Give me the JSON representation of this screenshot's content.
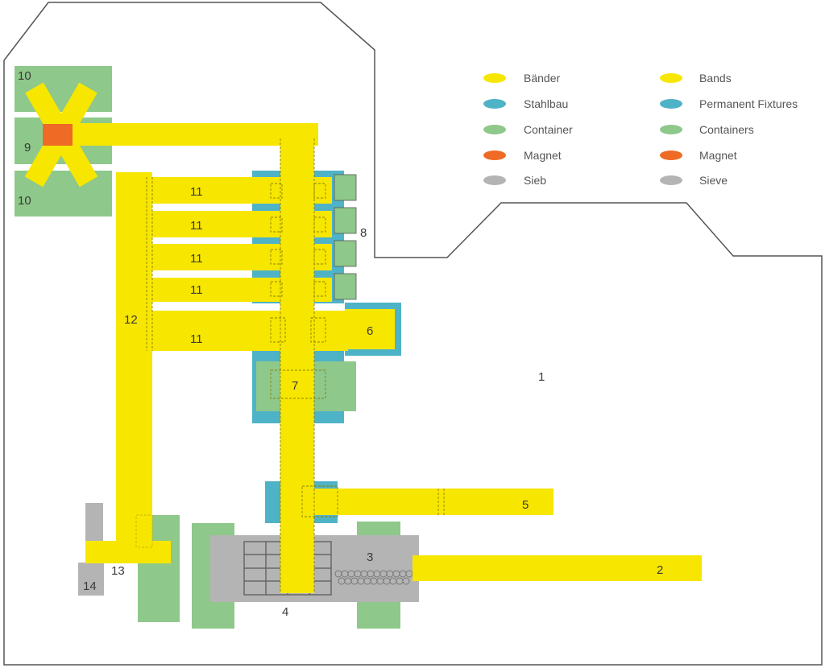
{
  "colors": {
    "band": "#f7e600",
    "band_edge": "#d9c800",
    "steel": "#4fb3c7",
    "container": "#8ec88a",
    "magnet": "#ef6a24",
    "sieve": "#b4b4b4",
    "outline": "#555555"
  },
  "legend": {
    "de": [
      "Bänder",
      "Stahlbau",
      "Container",
      "Magnet",
      "Sieb"
    ],
    "en": [
      "Bands",
      "Permanent Fixtures",
      "Containers",
      "Magnet",
      "Sieve"
    ]
  },
  "labels": {
    "l1": "1",
    "l2": "2",
    "l3": "3",
    "l4": "4",
    "l5": "5",
    "l6": "6",
    "l7": "7",
    "l8": "8",
    "l9": "9",
    "l10a": "10",
    "l10b": "10",
    "l11a": "11",
    "l11b": "11",
    "l11c": "11",
    "l11d": "11",
    "l11e": "11",
    "l12": "12",
    "l13": "13",
    "l14": "14"
  }
}
